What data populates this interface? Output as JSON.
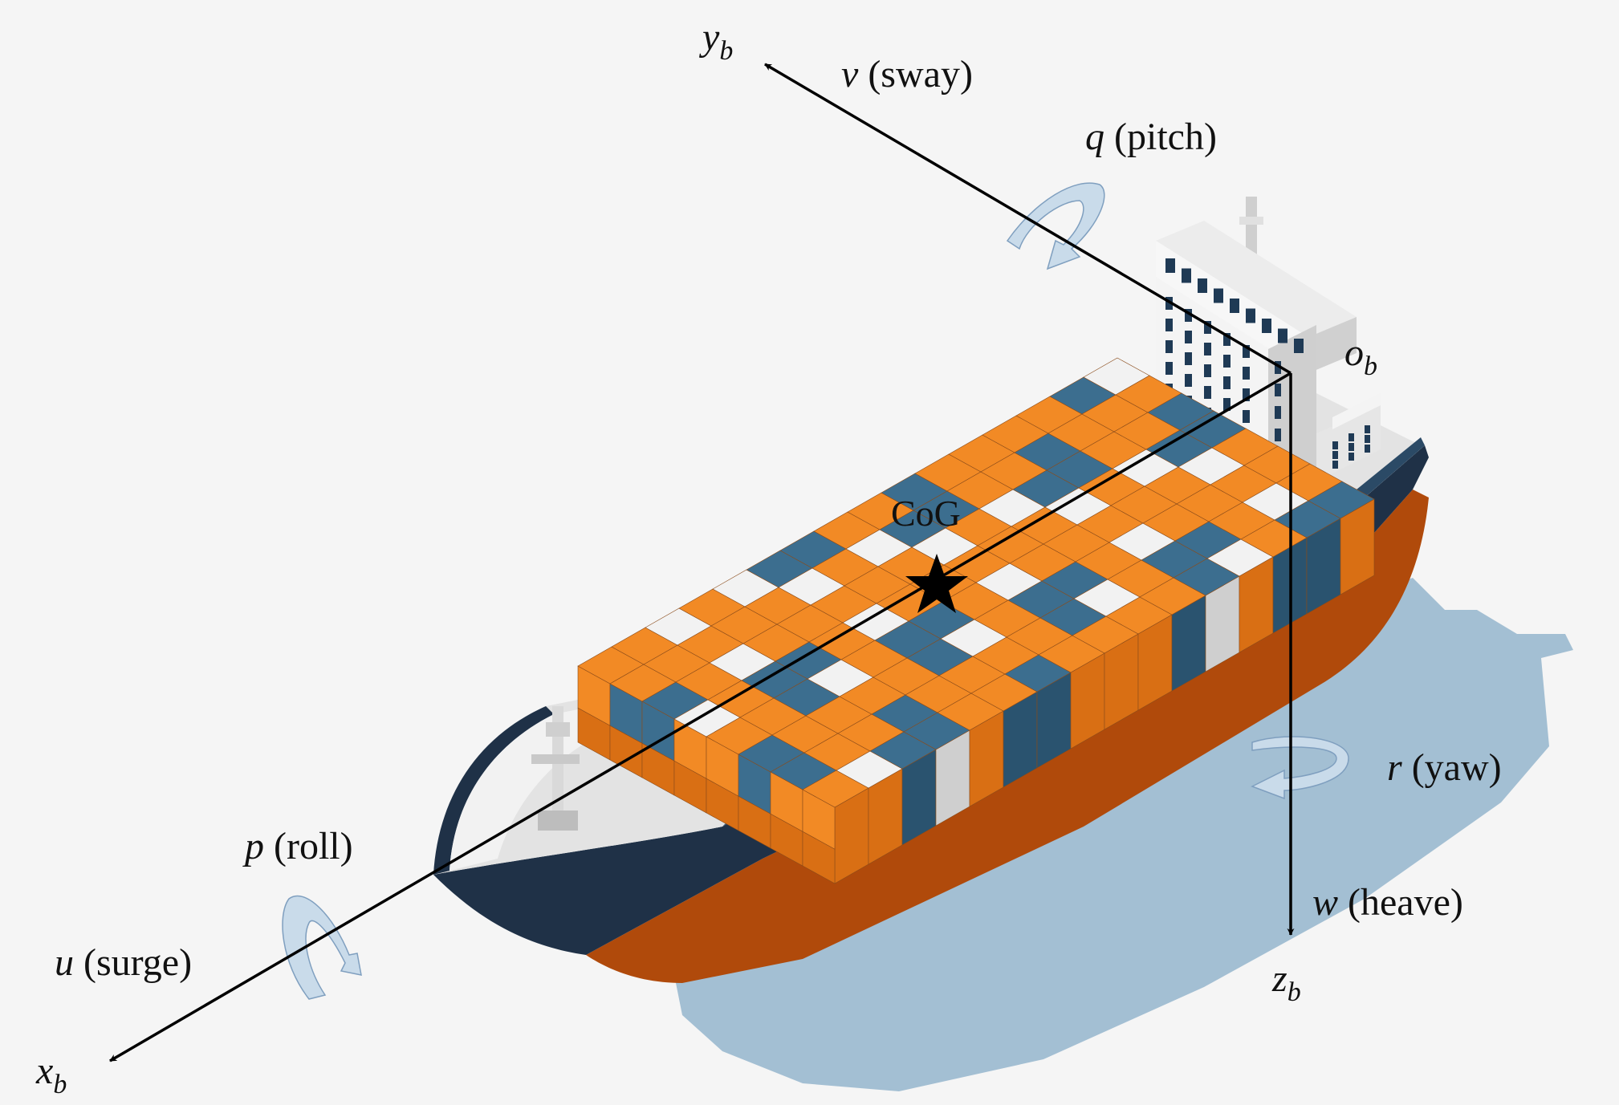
{
  "labels": {
    "y_axis_var": "y",
    "y_axis_sub": "b",
    "x_axis_var": "x",
    "x_axis_sub": "b",
    "z_axis_var": "z",
    "z_axis_sub": "b",
    "origin_var": "o",
    "origin_sub": "b",
    "sway_var": "v",
    "sway_text": " (sway)",
    "pitch_var": "q",
    "pitch_text": " (pitch)",
    "roll_var": "p",
    "roll_text": " (roll)",
    "surge_var": "u",
    "surge_text": " (surge)",
    "yaw_var": "r",
    "yaw_text": " (yaw)",
    "heave_var": "w",
    "heave_text": " (heave)",
    "cog": "CoG"
  },
  "colors": {
    "background": "#f5f5f5",
    "shadow": "#a3bfd3",
    "hull_orange": "#b04a0b",
    "hull_navy": "#1f3147",
    "deck": "#e8e8e8",
    "container_orange": "#f28a25",
    "container_blue": "#3c6e8f",
    "container_white": "#f2f2f2",
    "rotation_arrow": "#c9dbea",
    "axis": "#000000"
  }
}
